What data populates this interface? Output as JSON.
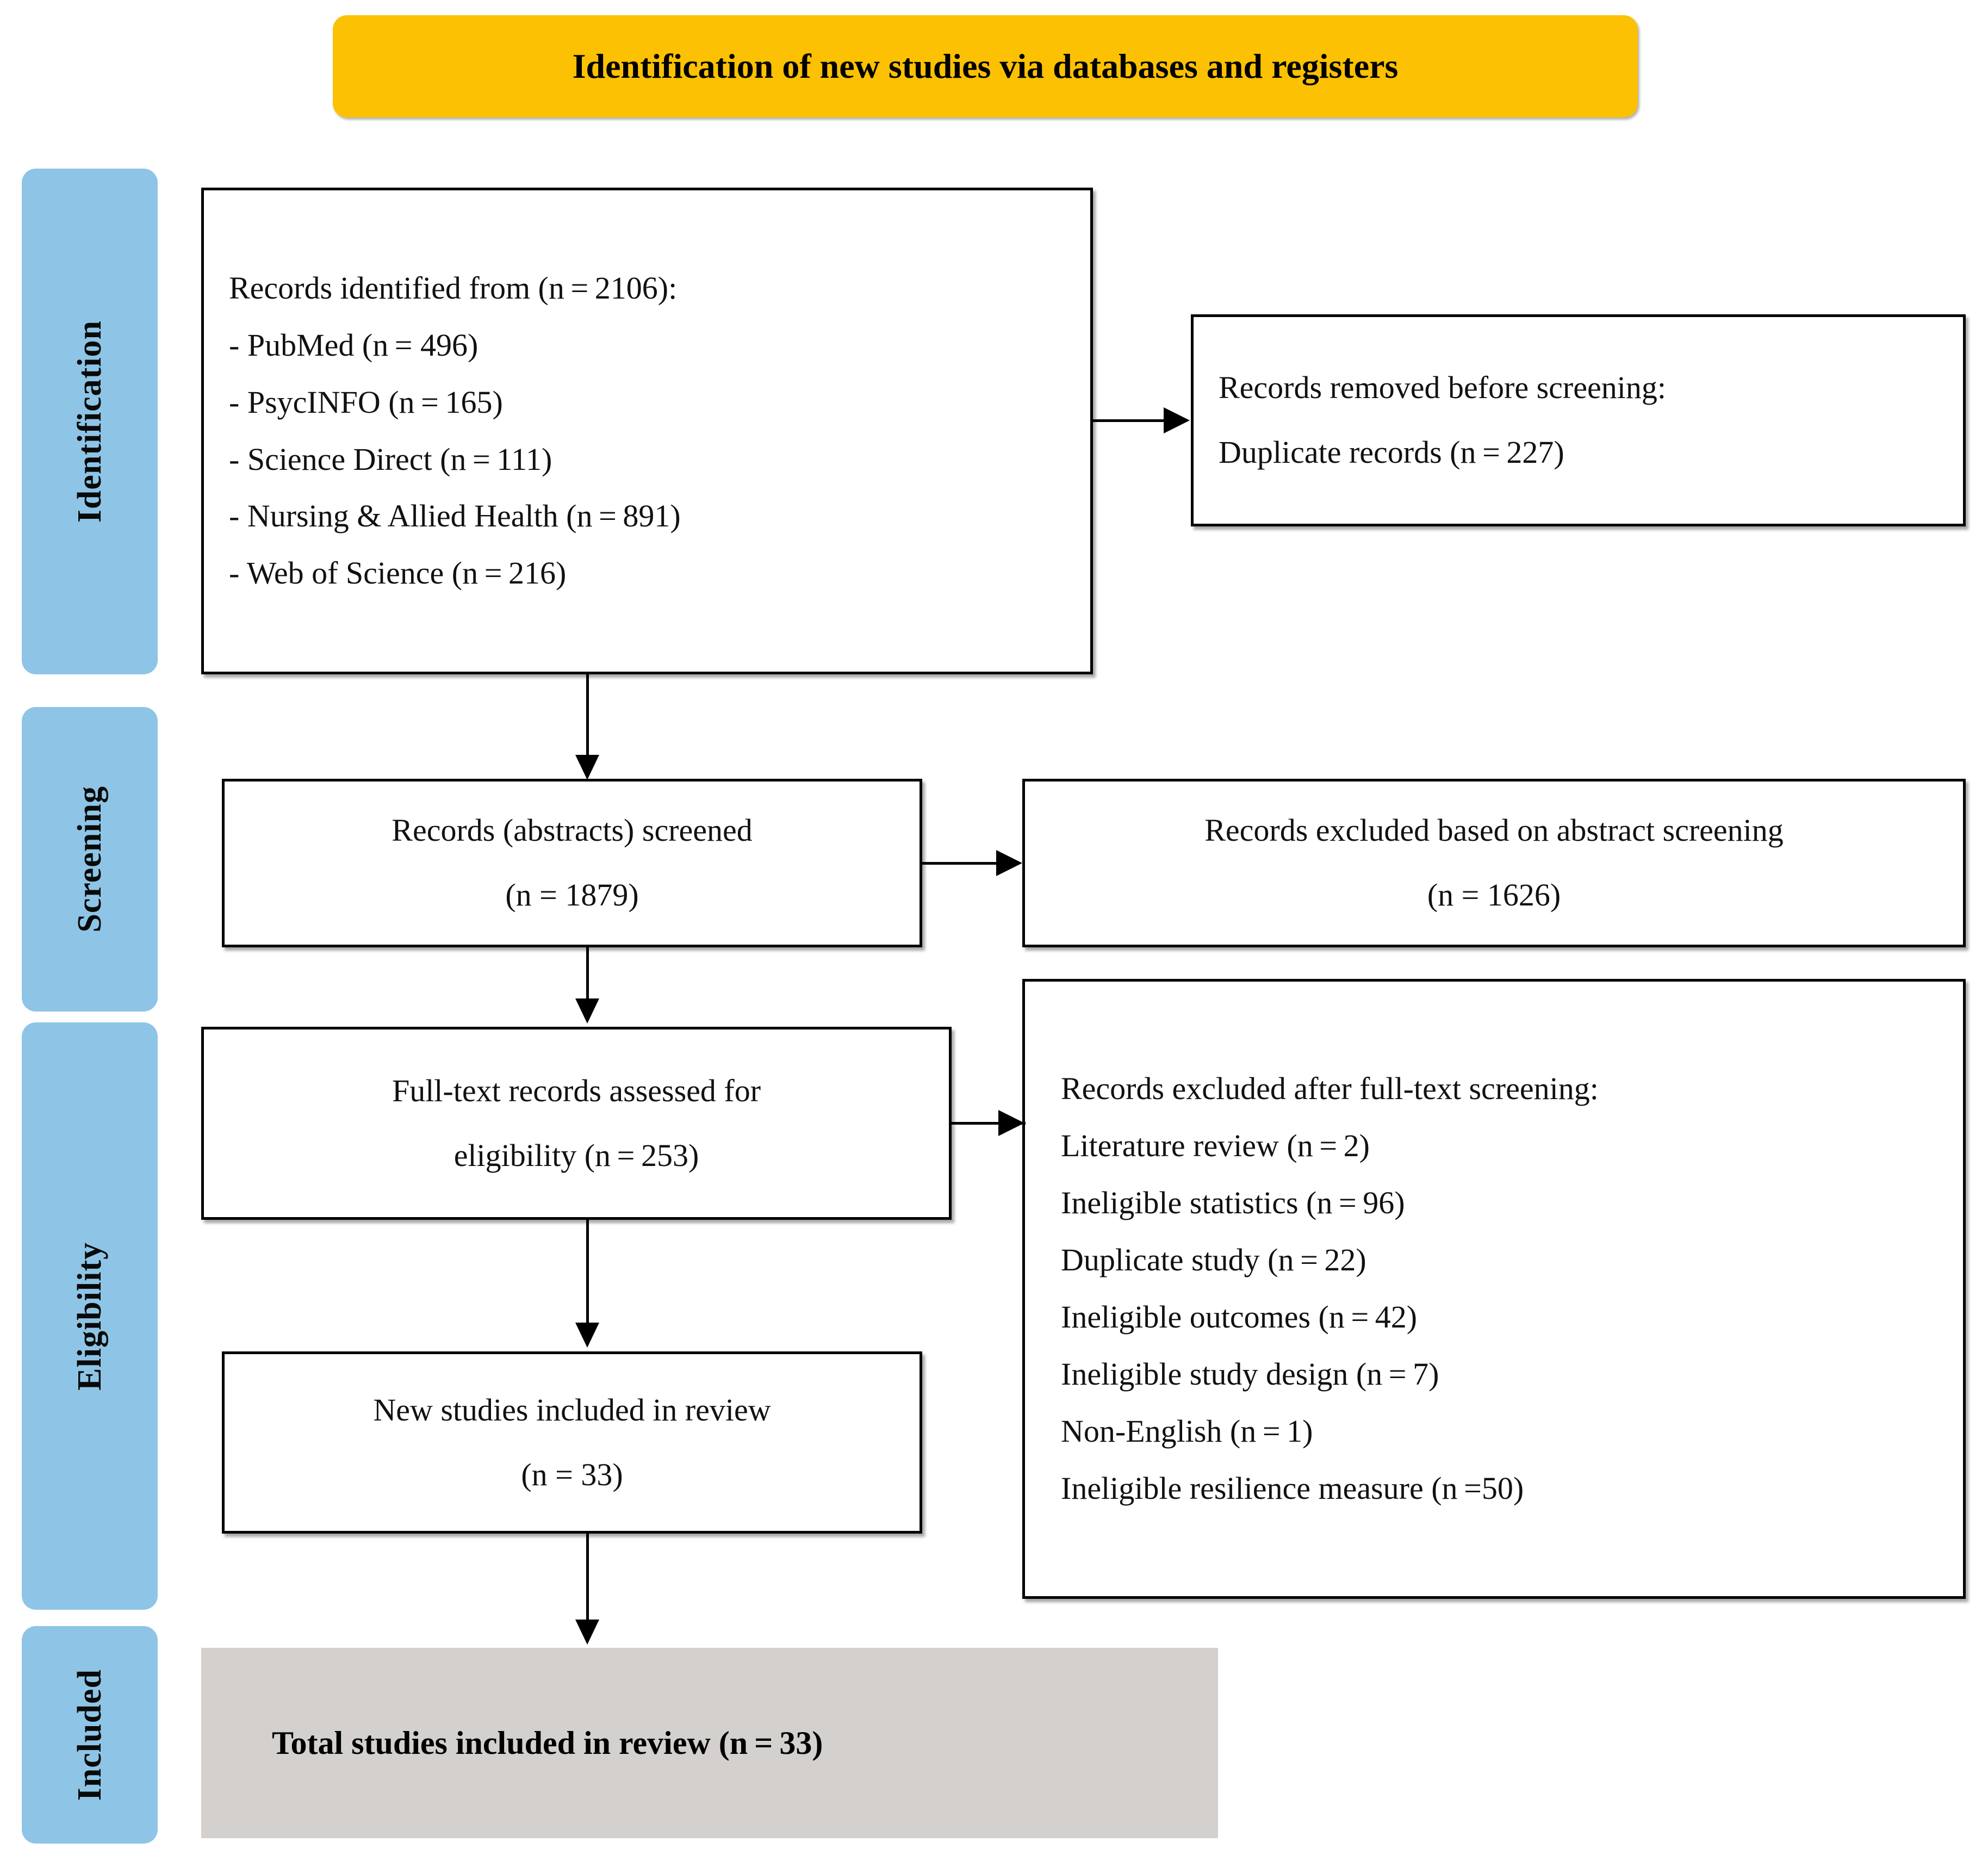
{
  "title_banner": {
    "text": "Identification of new studies via databases and registers",
    "bg_color": "#FBC102"
  },
  "stages": [
    {
      "id": "identification",
      "label": "Identification"
    },
    {
      "id": "screening",
      "label": "Screening"
    },
    {
      "id": "eligibility",
      "label": "Eligibility"
    },
    {
      "id": "included",
      "label": "Included"
    }
  ],
  "colors": {
    "stage_blue": "#8EC5E6",
    "banner_orange": "#FBC102",
    "total_grey": "#D3D0CE",
    "box_border": "#000000",
    "box_fill": "#FFFFFF"
  },
  "boxes": {
    "records_identified": {
      "lines": [
        "Records identified from (n = 2106):",
        "- PubMed (n = 496)",
        "- PsycINFO (n = 165)",
        "- Science Direct (n = 111)",
        "- Nursing & Allied Health (n = 891)",
        "- Web of Science (n = 216)"
      ]
    },
    "records_removed": {
      "lines": [
        "Records removed before screening:",
        "Duplicate records (n = 227)"
      ]
    },
    "records_screened": {
      "lines": [
        "Records (abstracts) screened",
        "(n = 1879)"
      ]
    },
    "records_excluded_abstract": {
      "lines": [
        "Records excluded based on abstract screening",
        "(n = 1626)"
      ]
    },
    "fulltext_assessed": {
      "lines": [
        "Full-text records assessed for",
        "eligibility (n = 253)"
      ]
    },
    "records_excluded_fulltext": {
      "lines": [
        "Records excluded after full-text screening:",
        "Literature review (n = 2)",
        "Ineligible statistics (n = 96)",
        "Duplicate study (n = 22)",
        "Ineligible outcomes (n = 42)",
        "Ineligible study design (n = 7)",
        "Non-English (n = 1)",
        "Ineligible resilience measure (n =50)"
      ]
    },
    "new_studies_included": {
      "lines": [
        "New studies included in review",
        "(n = 33)"
      ]
    },
    "total_included": {
      "text": "Total studies included in review (n = 33)"
    }
  }
}
